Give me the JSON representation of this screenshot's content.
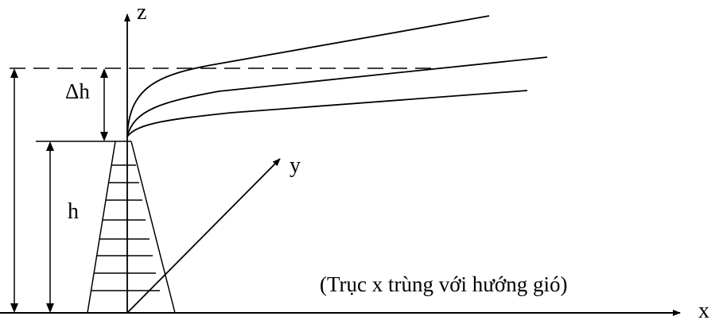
{
  "labels": {
    "z_axis": "z",
    "x_axis": "x",
    "y_axis": "y",
    "delta_h": "Δh",
    "h": "h",
    "caption": "(Trục x trùng với hướng gió)"
  },
  "colors": {
    "stroke": "#000000",
    "background": "#ffffff"
  }
}
